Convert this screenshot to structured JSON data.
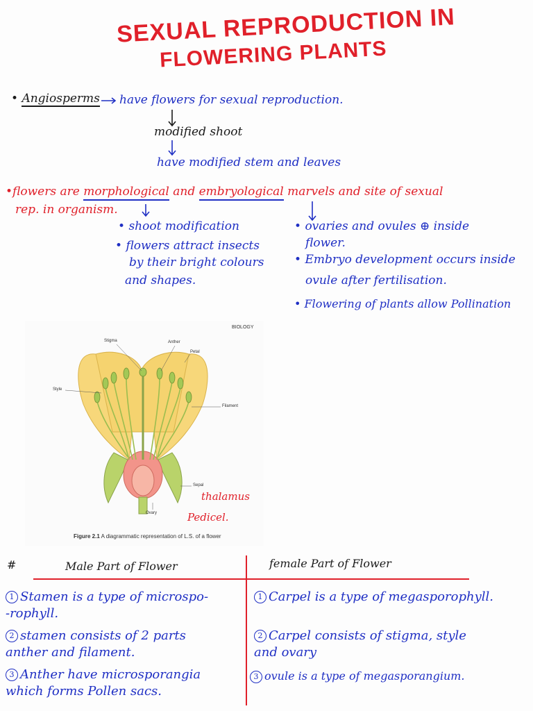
{
  "title": {
    "line1": "SEXUAL REPRODUCTION IN",
    "line2": "FLOWERING PLANTS"
  },
  "intro": {
    "bullet_term": "Angiosperms",
    "arrow_text": "have flowers for sexual reproduction.",
    "modified_shoot": "modified shoot",
    "modified_stem": "have modified stem and leaves"
  },
  "marvels": {
    "prefix": "flowers are",
    "morph": "morphological",
    "and": "and",
    "embryo": "embryological",
    "suffix": "marvels and site of sexual",
    "line2": "rep. in organism."
  },
  "left_points": [
    "shoot modification",
    "flowers attract insects",
    "by their bright colours",
    "and shapes."
  ],
  "right_points": [
    "ovaries and ovules ⊕ inside",
    "flower.",
    "Embryo development occurs inside",
    "ovule after fertilisation.",
    "Flowering of plants allow Pollination"
  ],
  "figure": {
    "header": "BIOLOGY",
    "labels": {
      "stigma": "Stigma",
      "anther": "Anther",
      "petal": "Petal",
      "style": "Style",
      "filament": "Filament",
      "sepal": "Sepal",
      "ovary": "Ovary"
    },
    "caption_bold": "Figure 2.1",
    "caption": "A diagrammatic representation of L.S. of a flower",
    "annot_thalamus": "thalamus",
    "annot_pedicel": "Pedicel."
  },
  "table": {
    "hash": "#",
    "male_header": "Male Part of Flower",
    "female_header": "female Part of Flower",
    "male_rows": [
      {
        "num": "1",
        "text": "Stamen is a type of microspo-\n-rophyll."
      },
      {
        "num": "2",
        "text": "stamen consists of 2 parts\nanther and filament."
      },
      {
        "num": "3",
        "text": "Anther have microsporangia\nwhich forms Pollen sacs."
      }
    ],
    "female_rows": [
      {
        "num": "1",
        "text": "Carpel is a type of megasporophyll."
      },
      {
        "num": "2",
        "text": "Carpel consists of stigma, style\nand ovary"
      },
      {
        "num": "3",
        "text": "ovule is a type of megasporangium."
      }
    ]
  },
  "colors": {
    "red": "#e0202a",
    "blue": "#1f2fc4",
    "ink": "#1a1a1a"
  }
}
